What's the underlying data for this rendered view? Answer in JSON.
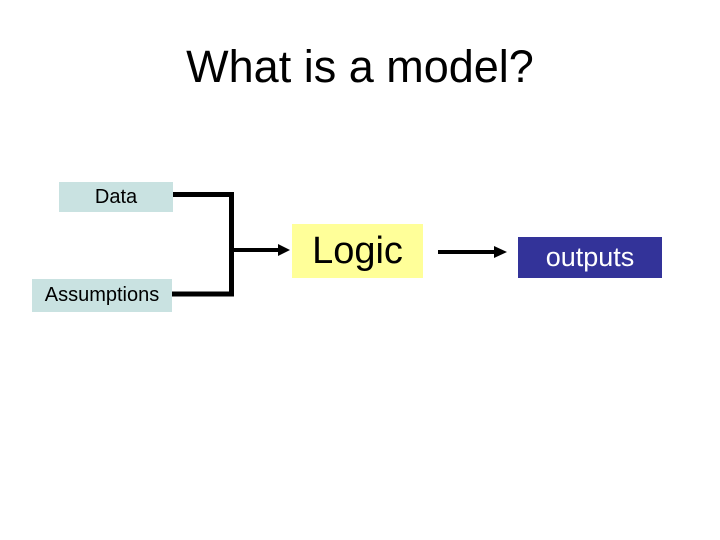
{
  "slide": {
    "title": "What is a model?"
  },
  "diagram": {
    "nodes": [
      {
        "id": "data",
        "label": "Data",
        "role": "input"
      },
      {
        "id": "assumptions",
        "label": "Assumptions",
        "role": "input"
      },
      {
        "id": "logic",
        "label": "Logic",
        "role": "process"
      },
      {
        "id": "outputs",
        "label": "outputs",
        "role": "result"
      }
    ],
    "flow": "Data + Assumptions -> Logic -> outputs"
  },
  "colors": {
    "background": "#FFFFFF",
    "title_text": "#000000",
    "input_box_fill": "#C9E2E1",
    "logic_box_fill": "#FFFF99",
    "outputs_box_fill": "#333399",
    "outputs_text": "#FFFFFF",
    "connector": "#000000"
  }
}
